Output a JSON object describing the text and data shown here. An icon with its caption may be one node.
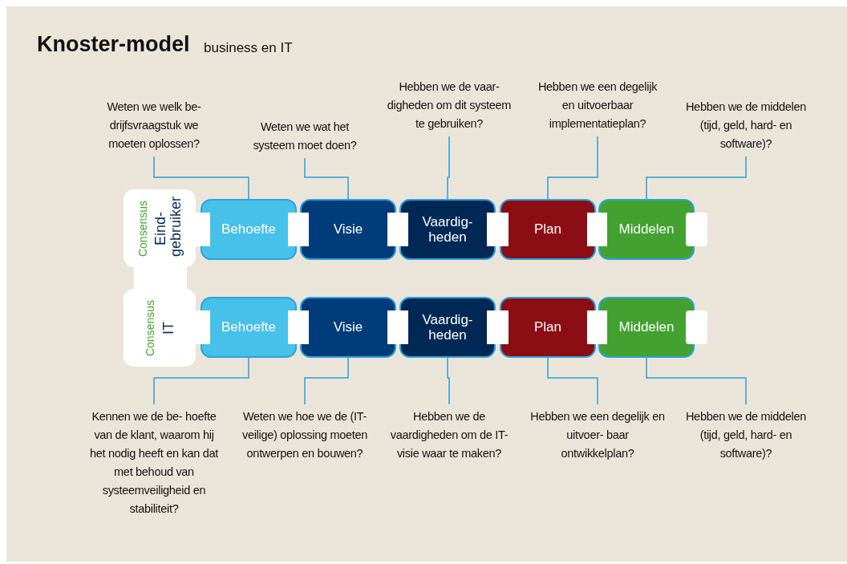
{
  "diagram": {
    "title": "Knoster-model",
    "nodes": [
      {
        "text": [
          "Consensus",
          "Eind- gebruiker"
        ]
      },
      {
        "text": [
          "Behoefte"
        ]
      },
      {
        "text": [
          "Visie"
        ]
      },
      {
        "text": [
          "Vaardig- heden"
        ]
      },
      {
        "text": [
          "Plan"
        ]
      },
      {
        "text": [
          "Middelen"
        ]
      },
      {
        "text": [
          "Consensus",
          "IT"
        ]
      },
      {
        "text": [
          "Behoefte"
        ]
      },
      {
        "text": [
          "Visie"
        ]
      },
      {
        "text": [
          "Vaardig- heden"
        ]
      },
      {
        "text": [
          "Plan"
        ]
      },
      {
        "text": [
          "Middelen"
        ]
      },
      {
        "text": [
          "Weten we welk be- drijfsvraagstuk we moeten oplossen?"
        ]
      },
      {
        "text": [
          "Weten we wat het systeem moet doen?"
        ]
      },
      {
        "text": [
          "Hebben we de vaar- digheden om dit systeem te gebruiken?"
        ]
      },
      {
        "text": [
          "Hebben we een degelijk en uitvoerbaar implementatieplan?"
        ]
      },
      {
        "text": [
          "Hebben we de middelen (tijd, geld, hard- en software)?"
        ]
      },
      {
        "text": [
          "Kennen we de be- hoefte van de klant, waarom hij het nodig heeft en kan dat met behoud van systeemveiligheid en stabiliteit?"
        ]
      },
      {
        "text": [
          "Weten we hoe we de (IT-veilige) oplossing moeten ontwerpen en bouwen?"
        ]
      },
      {
        "text": [
          "Hebben we de vaardigheden om de IT-visie waar te maken?"
        ]
      },
      {
        "text": [
          "Hebben we een degelijk en uitvoer- baar ontwikkelplan?"
        ]
      },
      {
        "text": [
          "Hebben we de middelen (tijd, geld, hard- en software)?"
        ]
      }
    ],
    "edges": [
      {
        "from": 12,
        "to": 1,
        "arrow": "none"
      },
      {
        "from": 13,
        "to": 2,
        "arrow": "none"
      },
      {
        "from": 14,
        "to": 3,
        "arrow": "none"
      },
      {
        "from": 15,
        "to": 4,
        "arrow": "none"
      },
      {
        "from": 16,
        "to": 5,
        "arrow": "none"
      },
      {
        "from": 17,
        "to": 7,
        "arrow": "none"
      },
      {
        "from": 18,
        "to": 8,
        "arrow": "none"
      },
      {
        "from": 19,
        "to": 9,
        "arrow": "none"
      },
      {
        "from": 20,
        "to": 10,
        "arrow": "none"
      },
      {
        "from": 21,
        "to": 11,
        "arrow": "none"
      }
    ],
    "labels": [
      "business en IT"
    ]
  }
}
